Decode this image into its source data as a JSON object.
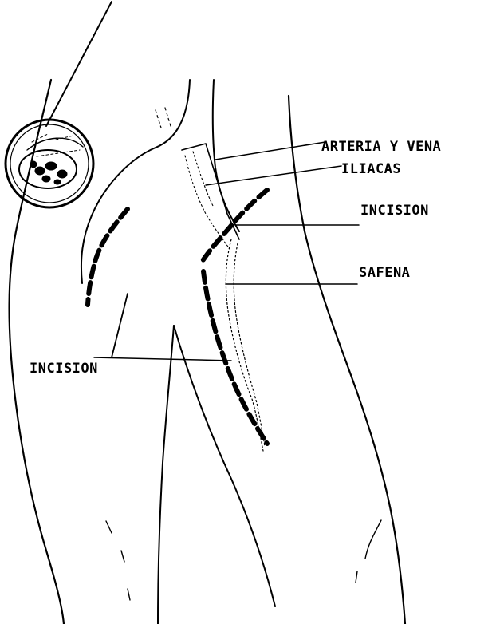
{
  "labels": {
    "arteria_vena": "ARTERIA Y VENA",
    "iliacas": "ILIACAS",
    "incision_right": "INCISION",
    "safena": "SAFENA",
    "incision_left": "INCISION"
  },
  "colors": {
    "ink": "#000000",
    "paper": "#ffffff"
  }
}
